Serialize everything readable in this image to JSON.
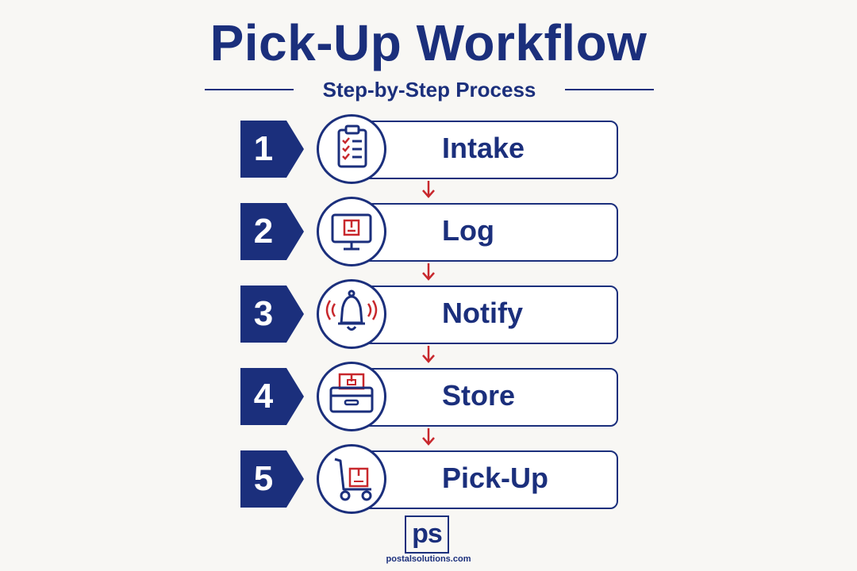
{
  "title": "Pick-Up Workflow",
  "subtitle": "Step-by-Step Process",
  "colors": {
    "primary": "#1b2f7c",
    "accent": "#c8282d",
    "background": "#f8f7f4"
  },
  "steps": [
    {
      "number": "1",
      "label": "Intake",
      "icon": "clipboard-checklist-icon"
    },
    {
      "number": "2",
      "label": "Log",
      "icon": "monitor-package-icon"
    },
    {
      "number": "3",
      "label": "Notify",
      "icon": "bell-ringing-icon"
    },
    {
      "number": "4",
      "label": "Store",
      "icon": "storage-drawer-icon"
    },
    {
      "number": "5",
      "label": "Pick-Up",
      "icon": "hand-truck-icon"
    }
  ],
  "logo": {
    "mark": "ps",
    "caption": "postalsolutions.com"
  }
}
